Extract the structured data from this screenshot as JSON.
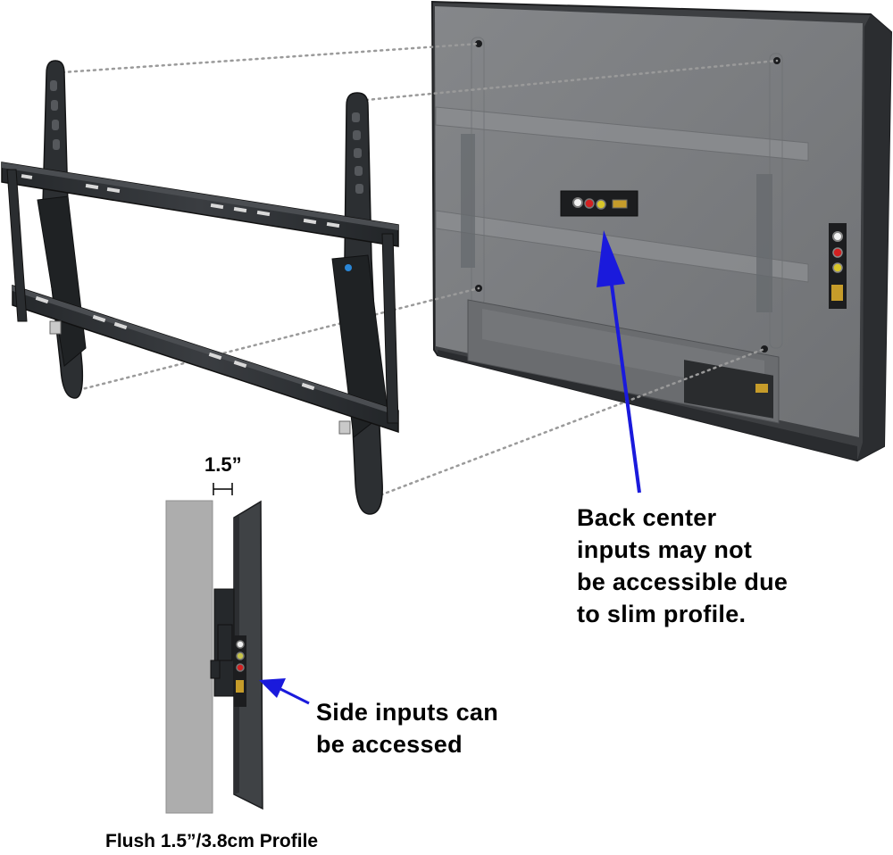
{
  "figure": {
    "back_inputs_note": {
      "lines": [
        "Back center",
        "inputs may not",
        "be accessible due",
        "to slim profile."
      ]
    },
    "side_inputs_note": {
      "lines": [
        "Side inputs can",
        "be accessed"
      ]
    },
    "gap_label": "1.5”",
    "caption": "Flush 1.5”/3.8cm Profile"
  },
  "colors": {
    "arrow": "#1a1adc",
    "mount_metal": "#2e3134",
    "tv_back": "#7b7d80",
    "tv_frame": "#3d3f42",
    "wall": "#adadad",
    "guide_lines": "#9a9a9a"
  },
  "icons": [
    "tilt-wall-mount-bracket",
    "tv-rear-panel",
    "side-profile-view",
    "blue-arrow"
  ]
}
